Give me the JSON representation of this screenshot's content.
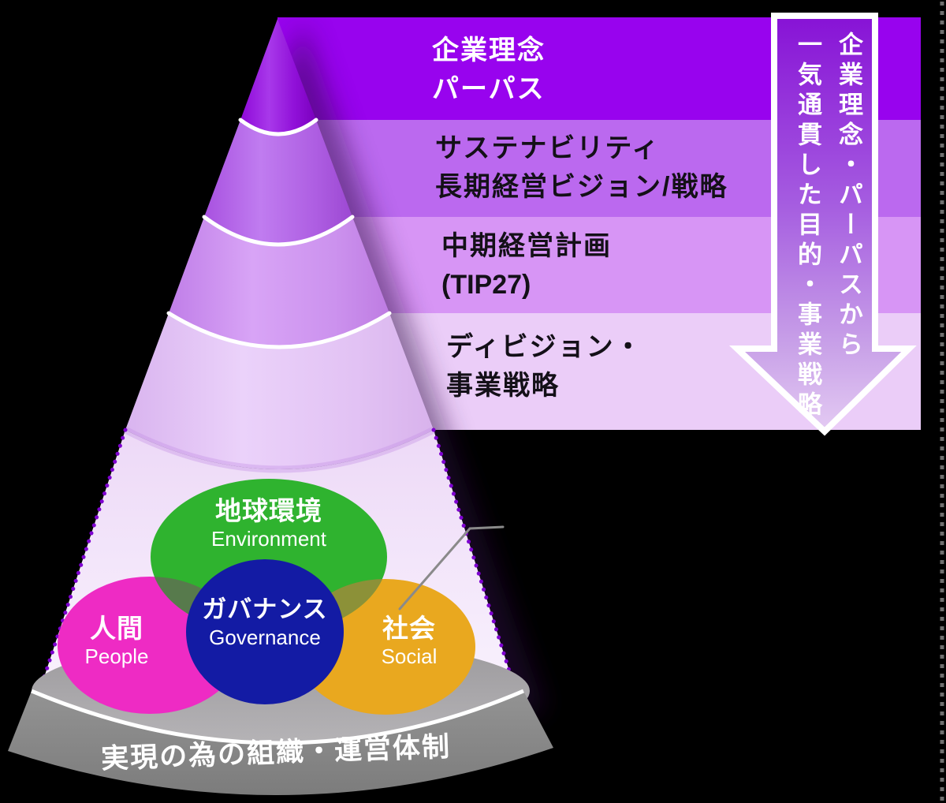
{
  "pyramid": {
    "bands": [
      {
        "lines": [
          "企業理念",
          "パーパス"
        ],
        "color": "#9803EE",
        "text_color": "#FFFFFF"
      },
      {
        "lines": [
          "サステナビリティ",
          "長期経営ビジョン/戦略"
        ],
        "color": "#BB69EF",
        "text_color": "#141018"
      },
      {
        "lines": [
          "中期経営計画",
          "(TIP27)"
        ],
        "color": "#D795F5",
        "text_color": "#141018"
      },
      {
        "lines": [
          "ディビジョン・",
          "事業戦略"
        ],
        "color": "#EBCDF8",
        "text_color": "#141018"
      }
    ]
  },
  "flow_arrow": {
    "columns": [
      "企業理念・パーパスから",
      "一気通貫した目的・事業戦略"
    ],
    "outline_color": "#FFFFFF",
    "gradient_top": "#8712D6",
    "gradient_bottom": "#E4CBF3",
    "text_color": "#FFFFFF"
  },
  "esg_circles": [
    {
      "jp": "地球環境",
      "en": "Environment",
      "color": "#2FB32F"
    },
    {
      "jp": "人間",
      "en": "People",
      "color": "#EE2BC4"
    },
    {
      "jp": "ガバナンス",
      "en": "Governance",
      "color": "#131BA4"
    },
    {
      "jp": "社会",
      "en": "Social",
      "color": "#E9A81F"
    }
  ],
  "base_platform": {
    "label": "実現の為の組織・運営体制",
    "color": "#8A8A8A",
    "text_color": "#FFFFFF"
  },
  "accents": {
    "cone_edge_dots": "#7E00D0",
    "right_edge_dashes": "#6E6E6E",
    "leader_line": "#8A8A8A",
    "divider_arcs": "#FFFFFF"
  }
}
